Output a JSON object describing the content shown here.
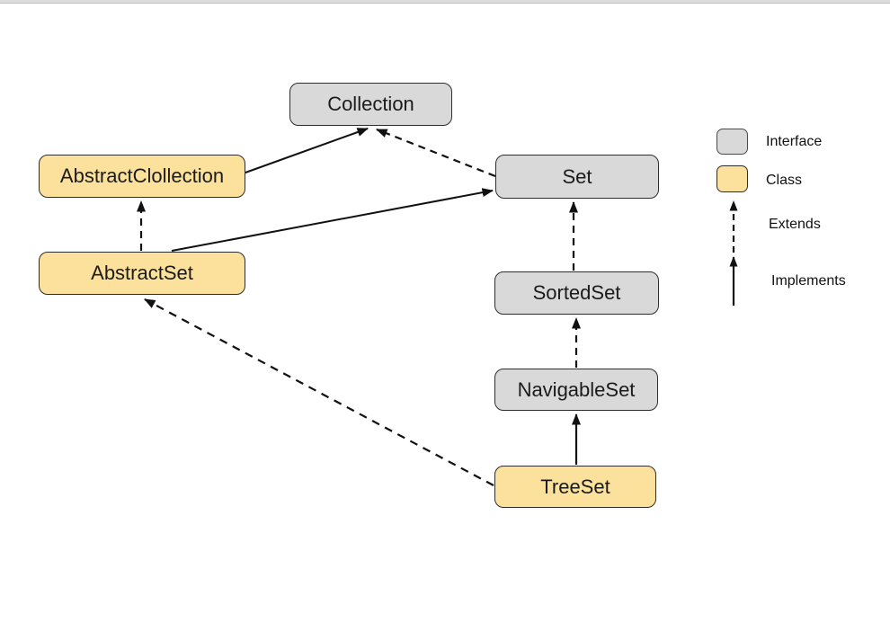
{
  "diagram": {
    "nodes": [
      {
        "id": "collection",
        "label": "Collection",
        "type": "interface"
      },
      {
        "id": "abstract-collection",
        "label": "AbstractClollection",
        "type": "class"
      },
      {
        "id": "set",
        "label": "Set",
        "type": "interface"
      },
      {
        "id": "abstract-set",
        "label": "AbstractSet",
        "type": "class"
      },
      {
        "id": "sorted-set",
        "label": "SortedSet",
        "type": "interface"
      },
      {
        "id": "navigable-set",
        "label": "NavigableSet",
        "type": "interface"
      },
      {
        "id": "tree-set",
        "label": "TreeSet",
        "type": "class"
      }
    ],
    "edges": [
      {
        "from": "AbstractClollection",
        "to": "Collection",
        "relation": "implements",
        "style": "solid"
      },
      {
        "from": "Set",
        "to": "Collection",
        "relation": "extends",
        "style": "dashed"
      },
      {
        "from": "AbstractSet",
        "to": "AbstractClollection",
        "relation": "extends",
        "style": "dashed"
      },
      {
        "from": "AbstractSet",
        "to": "Set",
        "relation": "implements",
        "style": "solid"
      },
      {
        "from": "SortedSet",
        "to": "Set",
        "relation": "extends",
        "style": "dashed"
      },
      {
        "from": "NavigableSet",
        "to": "SortedSet",
        "relation": "extends",
        "style": "dashed"
      },
      {
        "from": "TreeSet",
        "to": "NavigableSet",
        "relation": "implements",
        "style": "solid"
      },
      {
        "from": "TreeSet",
        "to": "AbstractSet",
        "relation": "extends",
        "style": "dashed"
      }
    ],
    "colors": {
      "interface_fill": "#d9d9d9",
      "class_fill": "#fbe19b",
      "border": "#2e2e2e",
      "line": "#111111",
      "top_bar": "#dcdcdc"
    }
  },
  "legend": {
    "items": [
      {
        "key": "interface",
        "label": "Interface"
      },
      {
        "key": "class",
        "label": "Class"
      },
      {
        "key": "extends",
        "label": "Extends"
      },
      {
        "key": "implements",
        "label": "Implements"
      }
    ]
  }
}
